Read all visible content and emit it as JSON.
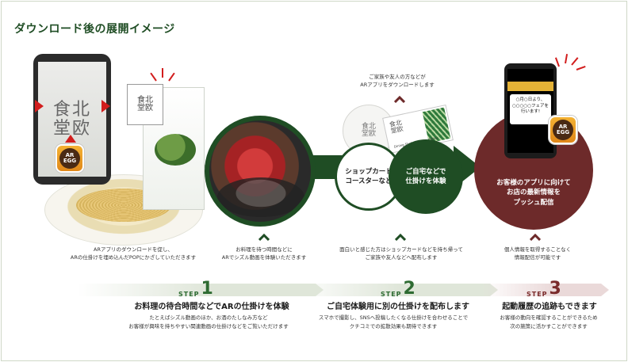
{
  "title": "ダウンロード後の展開イメージ",
  "logo_text": "食北\n堂欧",
  "app_icon_text": "AR\nEGG",
  "flow": {
    "shop_circle": "ショップカード\nコースターなど",
    "home_circle": "ご自宅などで\n仕掛けを体験",
    "push_circle": "お客様のアプリに向けて\nお店の最新情報を\nプッシュ配信"
  },
  "phone3": {
    "notification": "○月○日より、\n○○○○○フェアを\n行います!"
  },
  "card_text": "Dining Shokuhokudou Seiou",
  "captions": {
    "ar_download": "ARアプリのダウンロードを促し、\nARの仕掛けを埋め込んだPOPにかざしていただきます",
    "sizzle": "お料理を待つ時間などに\nARでシズル動画を体験いただきます",
    "family_download": "ご家族や友人の方などが\nARアプリをダウンロードします",
    "take_home": "面白いと感じた方はショップカードなどを持ち帰って\nご家族や友人などへ配布します",
    "privacy": "個人情報を取得することなく\n情報配信が可能です"
  },
  "steps": [
    {
      "label": "STEP",
      "number": "1",
      "title": "お料理の待合時間などでARの仕掛けを体験",
      "desc": "たとえばシズル動画のほか、お酒のたしなみ方など\nお客様が興味を持ちやすい関連動画の仕掛けなどをご覧いただけます"
    },
    {
      "label": "STEP",
      "number": "2",
      "title": "ご自宅体験用に別の仕掛けを配布します",
      "desc": "スマホで撮影し、SNSへ投稿したくなる仕掛けを合わせることで\nクチコミでの拡散効果も期待できます"
    },
    {
      "label": "STEP",
      "number": "3",
      "title": "起動履歴の追跡もできます",
      "desc": "お客様の動向を確認することができるため\n次の施策に活かすことができます"
    }
  ],
  "colors": {
    "dark_green": "#1f4d24",
    "maroon": "#6d2a2a",
    "accent_red": "#d21d1d",
    "app_orange": "#f4b233"
  }
}
